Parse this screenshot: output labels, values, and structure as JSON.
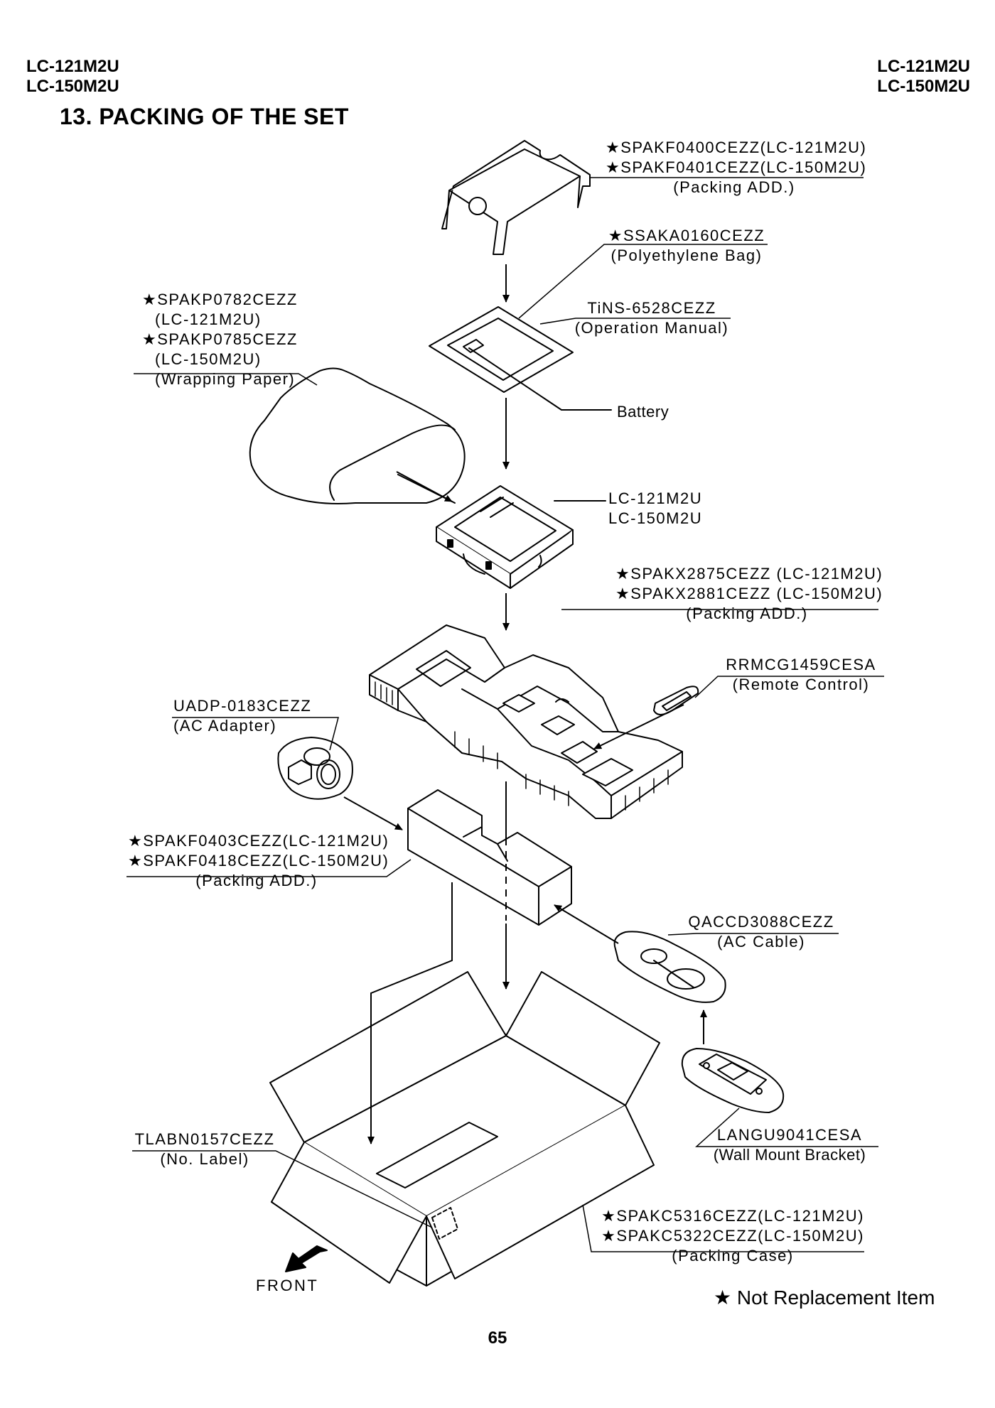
{
  "header": {
    "models": [
      "LC-121M2U",
      "LC-150M2U"
    ]
  },
  "section_title": "13.  PACKING OF THE SET",
  "page_number": "65",
  "legend": "★ Not Replacement Item",
  "front_label": "FRONT",
  "callouts": {
    "top_pad": [
      "★SPAKF0400CEZZ(LC-121M2U)",
      "★SPAKF0401CEZZ(LC-150M2U)",
      "(Packing ADD.)"
    ],
    "poly_bag": [
      "★SSAKA0160CEZZ",
      "(Polyethylene Bag)"
    ],
    "op_manual": [
      "TiNS-6528CEZZ",
      "(Operation Manual)"
    ],
    "wrapping": [
      "★SPAKP0782CEZZ",
      "(LC-121M2U)",
      "★SPAKP0785CEZZ",
      "(LC-150M2U)",
      "(Wrapping Paper)"
    ],
    "battery": "Battery",
    "set": [
      "LC-121M2U",
      "LC-150M2U"
    ],
    "tray": [
      "★SPAKX2875CEZZ (LC-121M2U)",
      "★SPAKX2881CEZZ (LC-150M2U)",
      "(Packing ADD.)"
    ],
    "remote": [
      "RRMCG1459CESA",
      "(Remote Control)"
    ],
    "adapter": [
      "UADP-0183CEZZ",
      "(AC Adapter)"
    ],
    "side_pad": [
      "★SPAKF0403CEZZ(LC-121M2U)",
      "★SPAKF0418CEZZ(LC-150M2U)",
      "(Packing ADD.)"
    ],
    "ac_cable": [
      "QACCD3088CEZZ",
      "(AC Cable)"
    ],
    "bracket": [
      "LANGU9041CESA",
      "(Wall Mount Bracket)"
    ],
    "label": [
      "TLABN0157CEZZ",
      "(No. Label)"
    ],
    "case": [
      "★SPAKC5316CEZZ(LC-121M2U)",
      "★SPAKC5322CEZZ(LC-150M2U)",
      "(Packing Case)"
    ]
  }
}
